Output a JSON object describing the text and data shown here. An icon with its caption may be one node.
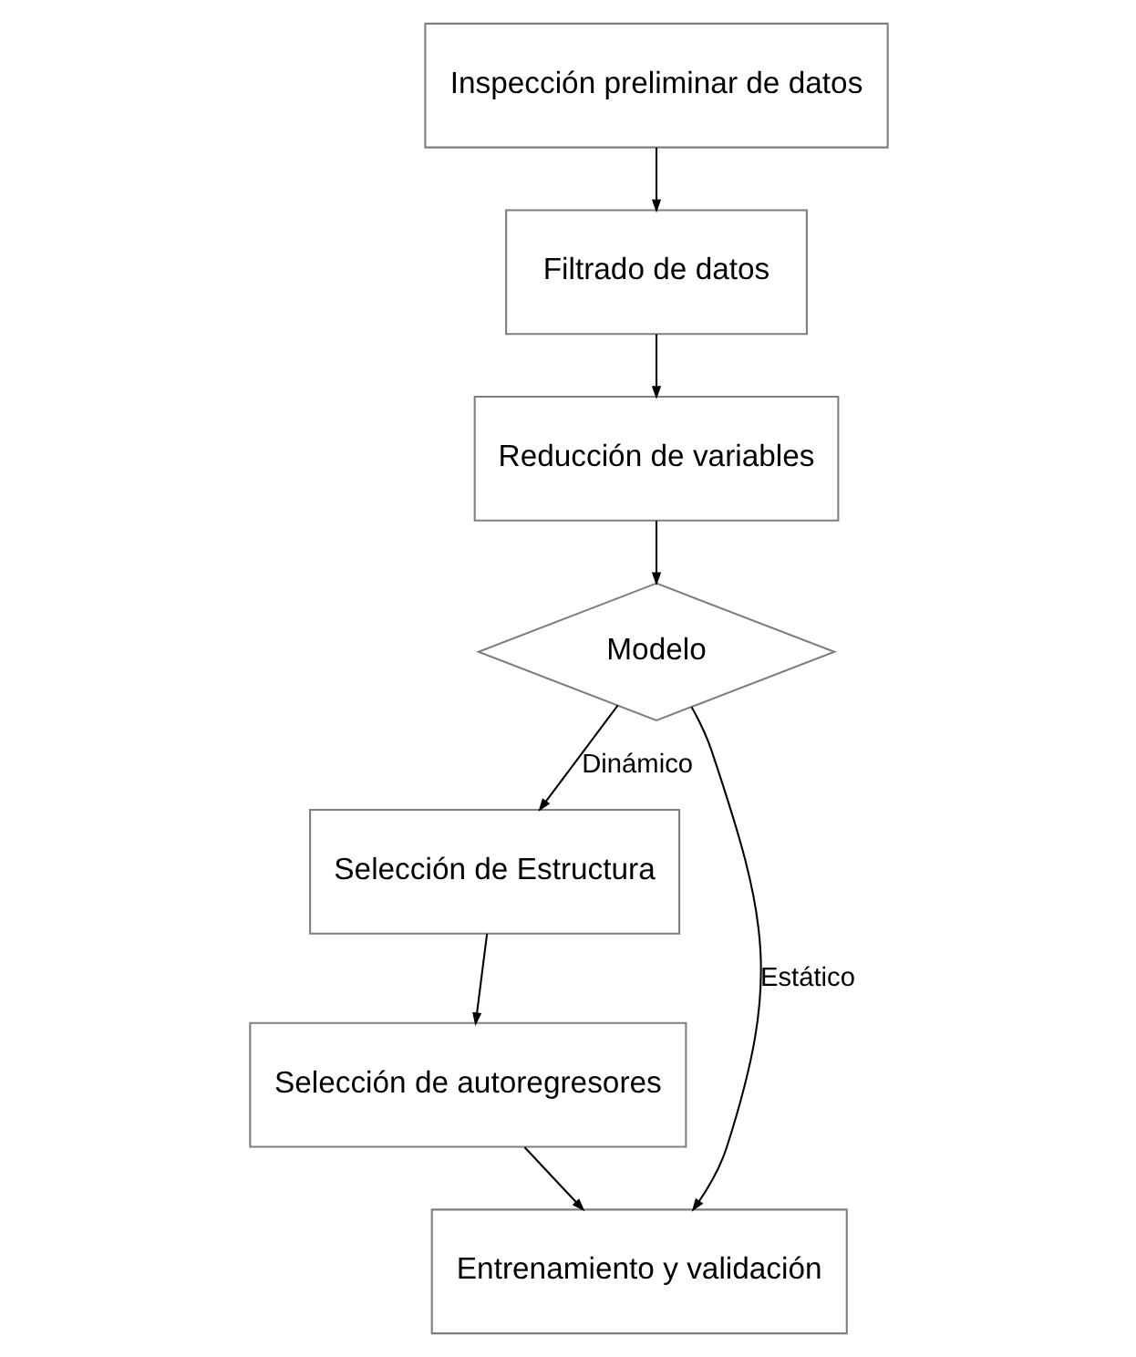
{
  "diagram": {
    "nodes": [
      {
        "text": [
          "Inspección preliminar de datos"
        ]
      },
      {
        "text": [
          "Filtrado de datos"
        ]
      },
      {
        "text": [
          "Reducción de variables"
        ]
      },
      {
        "text": [
          "Modelo"
        ]
      },
      {
        "text": [
          "Selección de Estructura"
        ]
      },
      {
        "text": [
          "Selección de autoregresores"
        ]
      },
      {
        "text": [
          "Entrenamiento y validación"
        ]
      }
    ],
    "edges": [
      {
        "from": 0,
        "to": 1,
        "arrow": "to"
      },
      {
        "from": 1,
        "to": 2,
        "arrow": "to"
      },
      {
        "from": 2,
        "to": 3,
        "arrow": "to"
      },
      {
        "from": 3,
        "to": 6,
        "arrow": "to",
        "label": "Estático"
      },
      {
        "from": 3,
        "to": 4,
        "arrow": "to",
        "label": "Dinámico"
      },
      {
        "from": 4,
        "to": 5,
        "arrow": "to"
      },
      {
        "from": 5,
        "to": 6,
        "arrow": "to"
      }
    ]
  }
}
